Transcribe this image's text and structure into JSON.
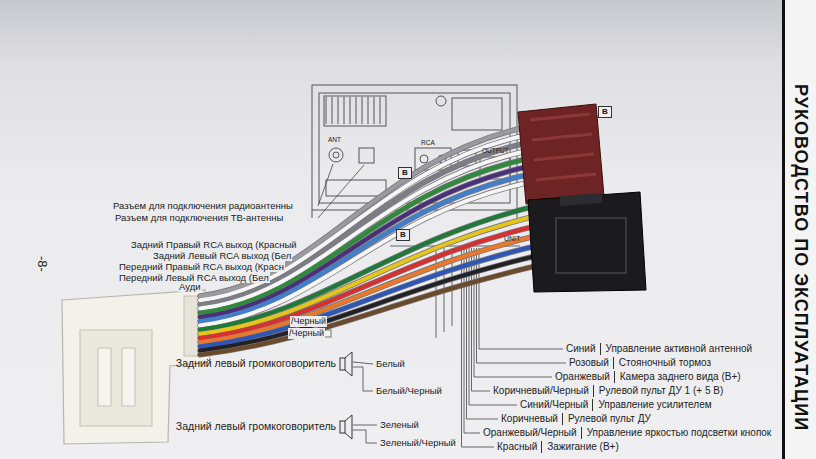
{
  "diagram": {
    "title": "РУКОВОДСТВО ПО ЭКСПЛУАТАЦИИ",
    "nodes": [
      {
        "text": [
          "B"
        ]
      },
      {
        "text": [
          "B"
        ]
      },
      {
        "text": [
          "B"
        ]
      }
    ],
    "labels": [
      "-8-",
      "Разъем для подключения радиоантенны",
      "Разъем для подключения ТВ-антенны",
      "Задний Правый RCA выход (Красный",
      "Задний Левый RCA выход (Бел",
      "Передний Правый RCA выход (Красн",
      "Передний Левый RCA выход (Бел",
      "Ауди",
      "/Черный",
      "/Черный",
      "ANT",
      "RCA",
      "OUTPUT",
      "UNIT",
      "Задний левый громкоговоритель",
      "Белый",
      "Белый/Черный",
      "Задний левый громкоговоритель",
      "Зеленый",
      "Зеленый/Черный",
      "Синий",
      "Управление активной антенной",
      "Розовый",
      "Стояночный тормоз",
      "Оранжевый",
      "Камера заднего вида (B+)",
      "Коричневый/Черный",
      "Рулевой пульт ДУ 1 (+ 5 В)",
      "Синий/Черный",
      "Управление усилителем",
      "Коричневый",
      "Рулевой пульт ДУ",
      "Оранжевый/Черный",
      "Управление яркостью подсветки кнопок",
      "Красный",
      "Зажигание (B+)"
    ]
  }
}
